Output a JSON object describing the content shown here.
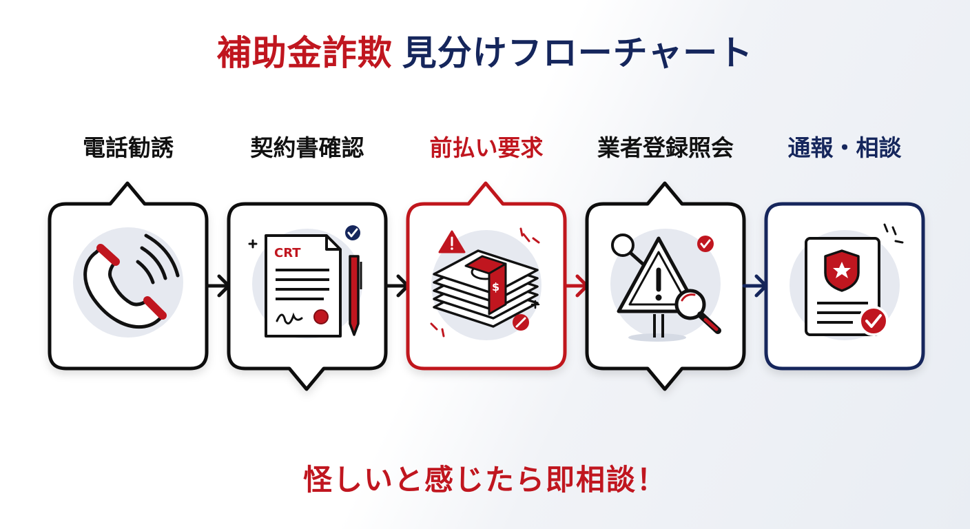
{
  "title": {
    "part1": "補助金詐欺",
    "part2": "見分けフローチャート"
  },
  "steps": [
    {
      "label": "電話勧誘",
      "icon": "phone-icon",
      "color": "#111111"
    },
    {
      "label": "契約書確認",
      "icon": "contract-document-icon",
      "color": "#111111",
      "doc_text": "CRT"
    },
    {
      "label": "前払い要求",
      "icon": "money-stack-warning-icon",
      "color": "#c0161f"
    },
    {
      "label": "業者登録照会",
      "icon": "warning-sign-magnifier-icon",
      "color": "#111111"
    },
    {
      "label": "通報・相談",
      "icon": "police-report-icon",
      "color": "#15265c"
    }
  ],
  "footer": "怪しいと感じたら即相談！",
  "colors": {
    "red": "#c0161f",
    "navy": "#15265c",
    "black": "#111111"
  }
}
